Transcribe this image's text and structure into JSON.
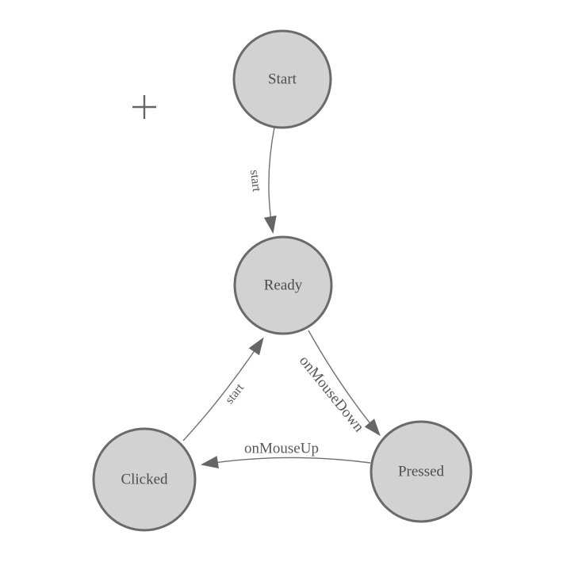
{
  "canvas": {
    "background": "#ffffff"
  },
  "cursor": {
    "icon": "plus-crosshair",
    "color": "#666666"
  },
  "diagram": {
    "type": "state-machine",
    "nodes": [
      {
        "id": "start",
        "label": "Start"
      },
      {
        "id": "ready",
        "label": "Ready"
      },
      {
        "id": "clicked",
        "label": "Clicked"
      },
      {
        "id": "pressed",
        "label": "Pressed"
      }
    ],
    "edges": [
      {
        "from": "Start",
        "to": "Ready",
        "label": "start"
      },
      {
        "from": "Ready",
        "to": "Pressed",
        "label": "onMouseDown"
      },
      {
        "from": "Clicked",
        "to": "Ready",
        "label": "start"
      },
      {
        "from": "Pressed",
        "to": "Clicked",
        "label": "onMouseUp"
      }
    ]
  },
  "colors": {
    "node_fill": "#d2d2d2",
    "node_stroke": "#6a6a6a",
    "edge_stroke": "#707070",
    "arrowhead": "#666666",
    "node_label_text": "#4d4d4d",
    "edge_label_text": "#55585c"
  }
}
